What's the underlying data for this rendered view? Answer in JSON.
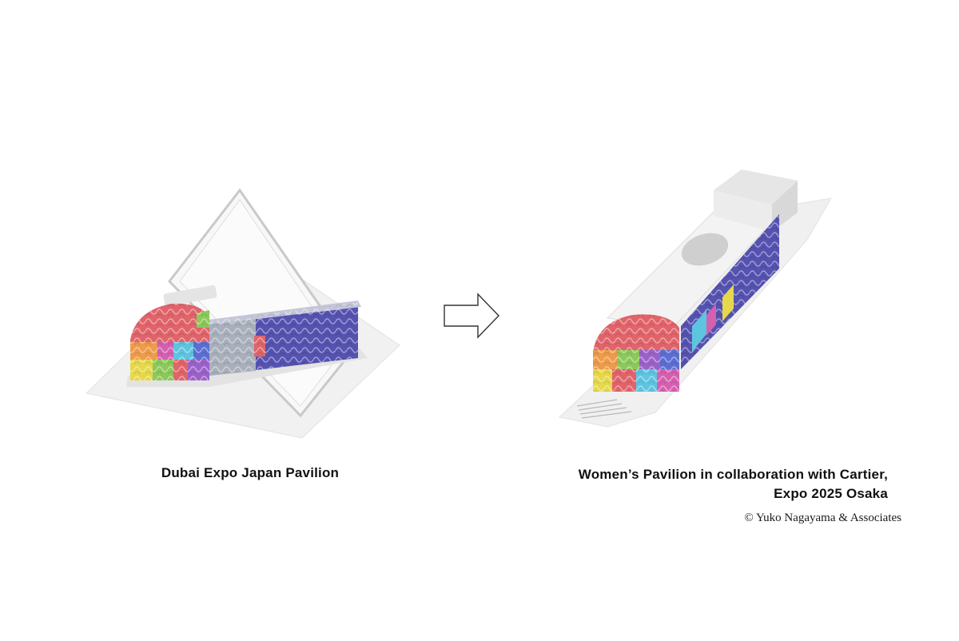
{
  "captions": {
    "left": "Dubai Expo Japan Pavilion",
    "right_line1": "Women’s Pavilion in collaboration with Cartier,",
    "right_line2": "Expo 2025 Osaka"
  },
  "credit": "© Yuko Nagayama & Associates",
  "colors": {
    "red": "#e0646a",
    "orange": "#ee9b4a",
    "yellow": "#e6d84a",
    "green": "#8cc85a",
    "cyan": "#5ec4e0",
    "blue": "#5b6fd2",
    "indigo": "#5552b0",
    "purple": "#9a62c8",
    "magenta": "#d460b0",
    "gray": "#a9b0bc",
    "plate": "#efefef",
    "line": "#d8d8d8"
  }
}
